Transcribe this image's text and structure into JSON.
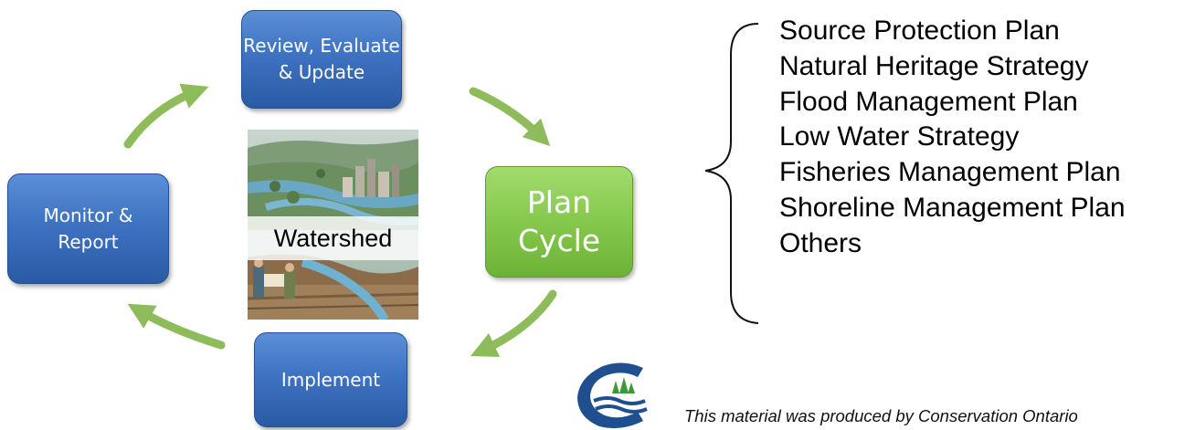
{
  "cycle": {
    "review_label": "Review, Evaluate\n& Update",
    "monitor_label": "Monitor &\nReport",
    "implement_label": "Implement",
    "center_label": "Plan\nCycle"
  },
  "watershed": {
    "label": "Watershed",
    "illustration": "watershed landscape illustration"
  },
  "plans": [
    "Source Protection Plan",
    "Natural Heritage Strategy",
    "Flood Management Plan",
    "Low Water Strategy",
    "Fisheries  Management Plan",
    "Shoreline Management Plan",
    "Others"
  ],
  "logo": {
    "icon": "conservation-ontario-logo-icon"
  },
  "credit": "This material was produced by Conservation Ontario",
  "colors": {
    "blue_box": "#3e73c2",
    "green_box": "#86c84e",
    "arrow": "#8fbc5a",
    "logo_blue": "#1f4f8f",
    "logo_green": "#3a9a3a"
  }
}
